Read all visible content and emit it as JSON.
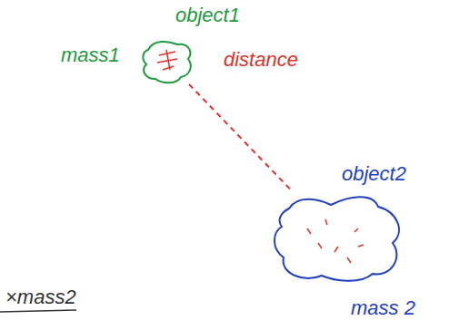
{
  "diagram": {
    "nodes": [
      {
        "text": [
          "object1",
          "mass1"
        ]
      },
      {
        "text": [
          "object2",
          "mass 2"
        ]
      }
    ],
    "edges": [
      {
        "from": 0,
        "to": 1,
        "arrow": "none",
        "label": "distance"
      }
    ],
    "labels": [
      "×mass2"
    ]
  }
}
